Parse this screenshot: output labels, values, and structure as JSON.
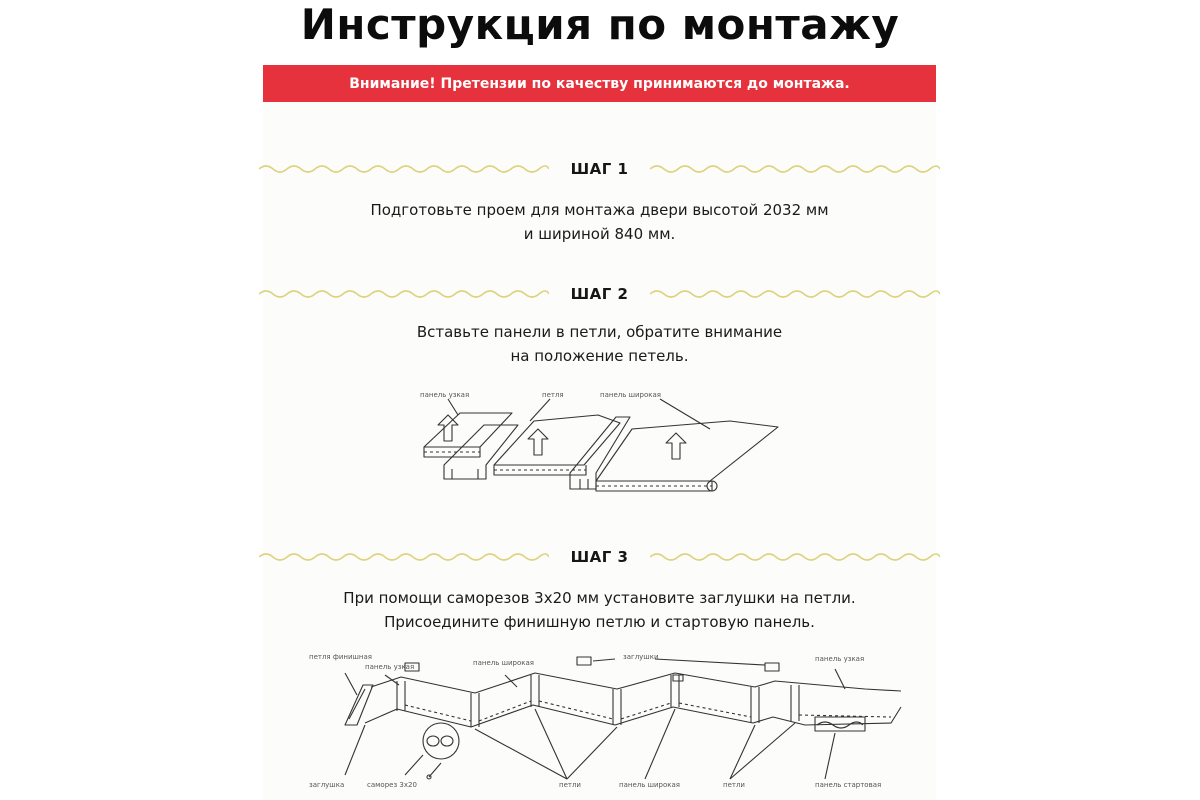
{
  "page": {
    "title": "Инструкция по монтажу",
    "warning": "Внимание! Претензии по качеству принимаются до монтажа."
  },
  "steps": [
    {
      "label": "ШАГ 1",
      "lines": [
        "Подготовьте проем для монтажа двери высотой 2032 мм",
        "и шириной 840 мм."
      ]
    },
    {
      "label": "ШАГ 2",
      "lines": [
        "Вставьте панели в петли, обратите внимание",
        "на положение петель."
      ],
      "diagram_labels": [
        "панель узкая",
        "петля",
        "панель широкая"
      ]
    },
    {
      "label": "ШАГ 3",
      "lines": [
        "При помощи саморезов 3х20 мм установите заглушки на петли.",
        "Присоедините финишную петлю и стартовую панель."
      ],
      "diagram_labels": {
        "finish_loop": "петля финишная",
        "narrow_panel": "панель узкая",
        "wide_panel": "панель широкая",
        "caps_top": "заглушки",
        "narrow_panel_right": "панель узкая",
        "cap": "заглушка",
        "screws": "саморез 3х20",
        "loops_1": "петли",
        "wide_panel_bottom": "панель широкая",
        "loops_2": "петли",
        "start_panel": "панель стартовая"
      }
    }
  ],
  "colors": {
    "banner": "#e5323c",
    "wave": "#ddd37e"
  }
}
